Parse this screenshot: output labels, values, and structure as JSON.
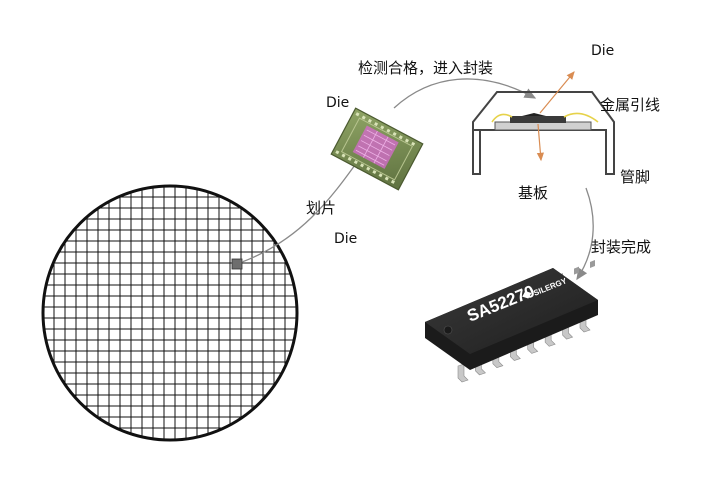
{
  "labels": {
    "die_top_left": "Die",
    "die_top_right": "Die",
    "die_below_slice": "Die",
    "slice": "划片",
    "test_pass": "检测合格，进入封装",
    "metal_lead": "金属引线",
    "substrate": "基板",
    "pin": "管脚",
    "package_done": "封装完成"
  },
  "chip": {
    "part_number": "SA52270",
    "brand": "SILERGY"
  },
  "colors": {
    "background": "#ffffff",
    "grid_line": "#111111",
    "arrow": "#8a8a8a",
    "die_arrow": "#d98c52",
    "die_green": "#7a8f53",
    "die_magenta": "#d86ad0",
    "package_outline": "#444444",
    "chip_body": "#2a2a2a",
    "chip_pin": "#c8c8c8"
  }
}
